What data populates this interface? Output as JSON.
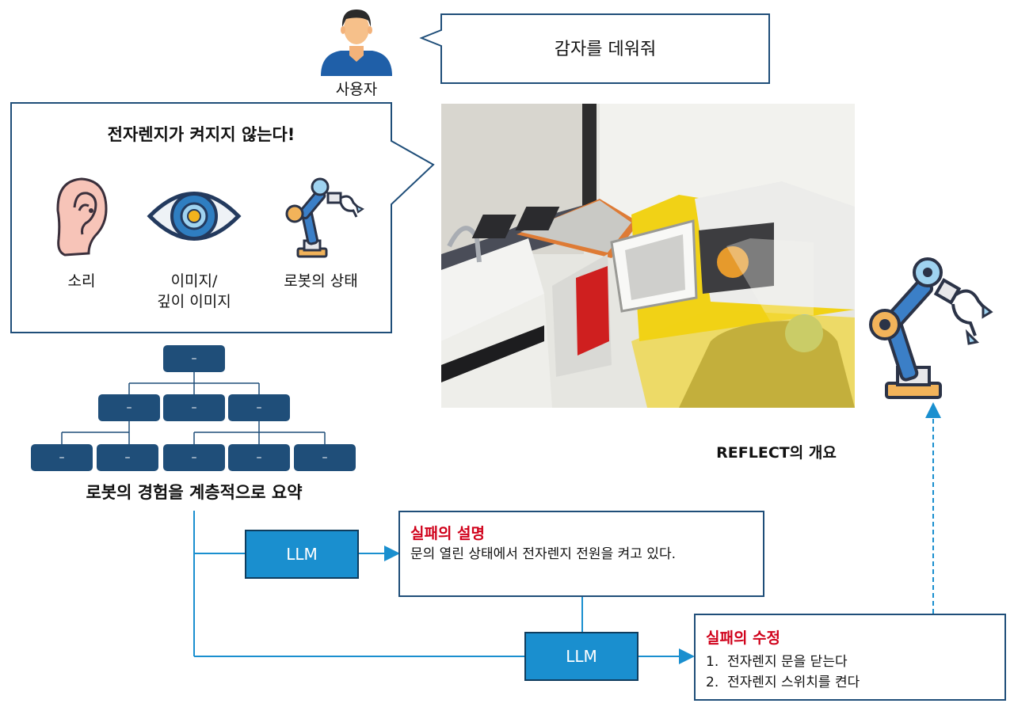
{
  "user": {
    "label": "사용자",
    "speech": "감자를 데워줘"
  },
  "problem": {
    "title": "전자렌지가 켜지지 않는다!",
    "modalities": [
      {
        "icon": "ear-icon",
        "label": "소리"
      },
      {
        "icon": "eye-icon",
        "label_line1": "이미지/",
        "label_line2": "깊이 이미지"
      },
      {
        "icon": "robot-arm-icon",
        "label": "로봇의 상태"
      }
    ]
  },
  "hierarchy": {
    "level1": [
      "–"
    ],
    "level2": [
      "–",
      "–",
      "–"
    ],
    "level3": [
      "–",
      "–",
      "–",
      "–",
      "–"
    ],
    "caption": "로봇의 경험을 계층적으로 요약"
  },
  "overview_label": "REFLECT의 개요",
  "llm_label": "LLM",
  "explanation": {
    "title": "실패의 설명",
    "body": "문의 열린 상태에서 전자렌지 전원을 켜고 있다."
  },
  "correction": {
    "title": "실패의 수정",
    "steps": [
      "1.  전자렌지 문을 닫는다",
      "2.  전자렌지 스위치를 켠다"
    ]
  },
  "colors": {
    "box_border": "#1f4e79",
    "node_fill": "#1f4e79",
    "llm_fill": "#1a8fcf",
    "arrow": "#1a8fcf",
    "title_red": "#d0021b"
  }
}
